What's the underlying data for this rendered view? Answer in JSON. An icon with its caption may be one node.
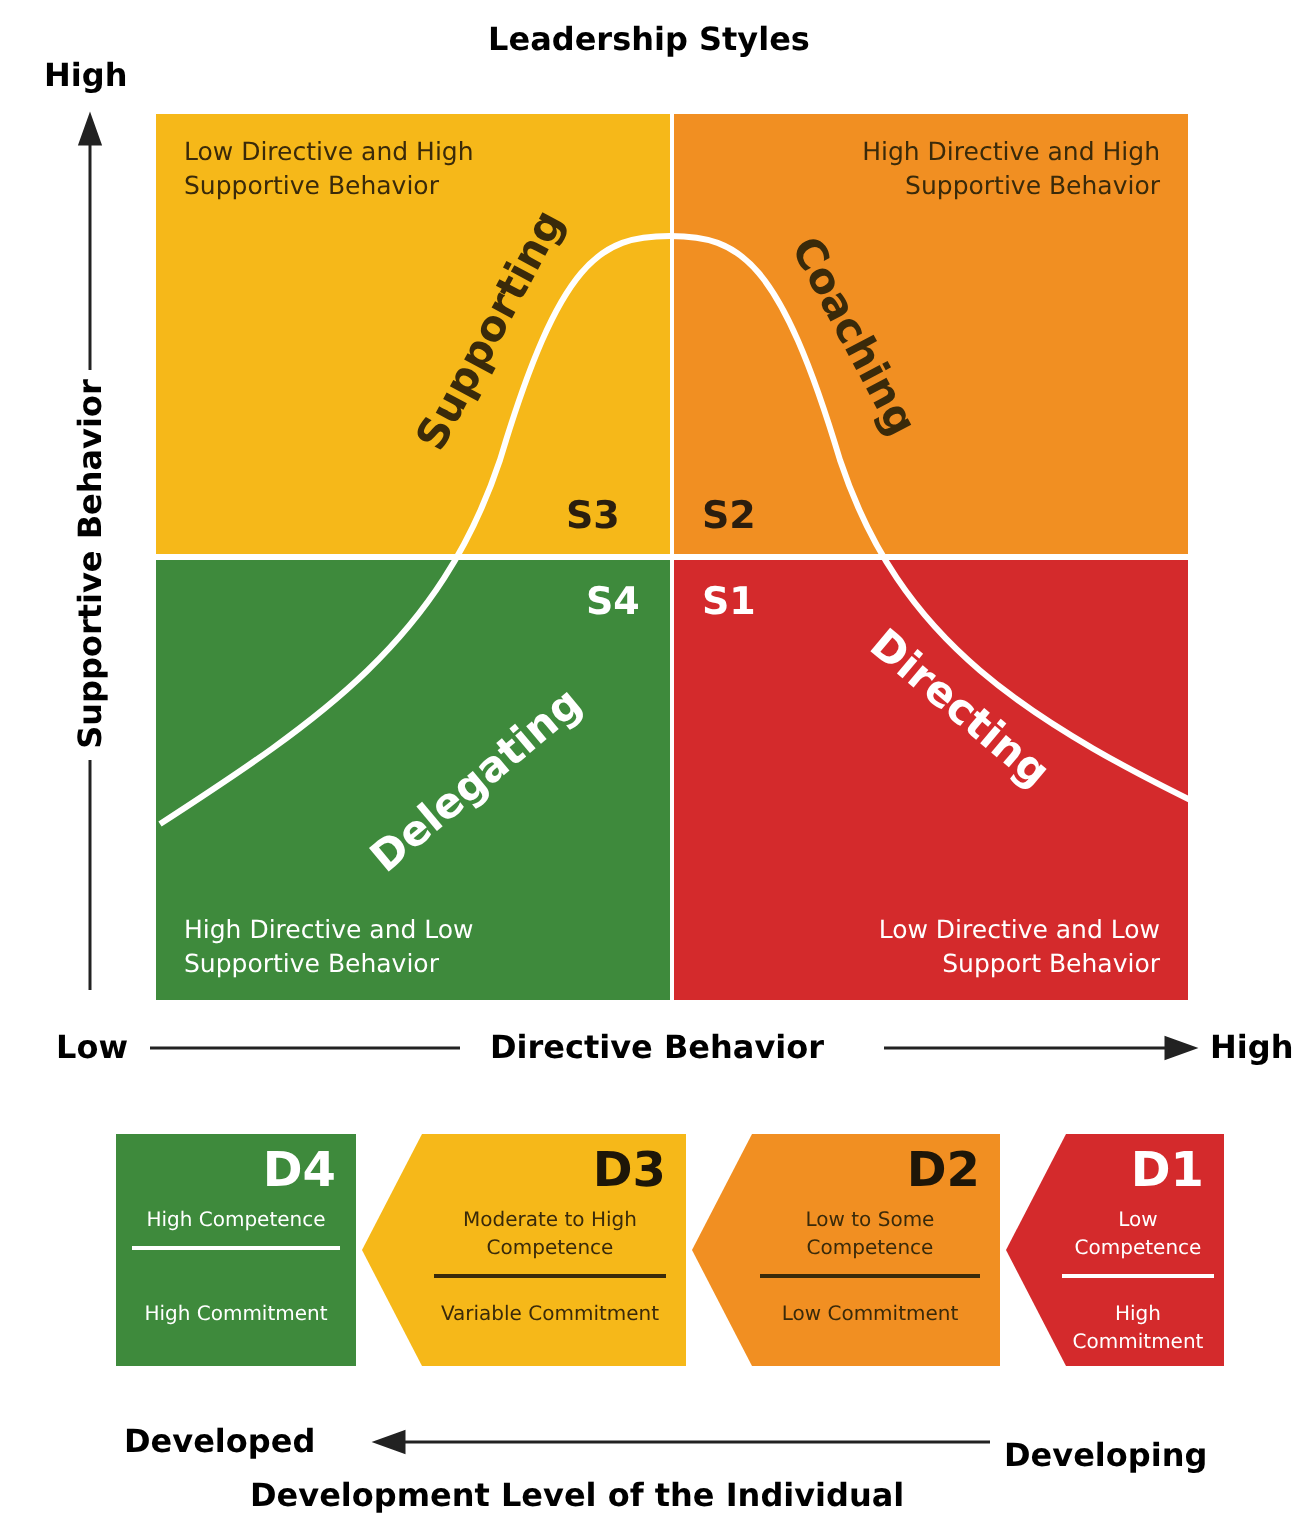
{
  "diagram": {
    "title": "Leadership Styles",
    "nodes": [
      {
        "text": [
          "Low Directive and High Supportive Behavior",
          "Supporting",
          "S3"
        ]
      },
      {
        "text": [
          "High Directive and High Supportive Behavior",
          "Coaching",
          "S2"
        ]
      },
      {
        "text": [
          "High Directive and Low Supportive Behavior",
          "Delegating",
          "S4"
        ]
      },
      {
        "text": [
          "Low Directive and Low Support Behavior",
          "Directing",
          "S1"
        ]
      },
      {
        "text": [
          "D4",
          "High Competence",
          "High Commitment"
        ]
      },
      {
        "text": [
          "D3",
          "Moderate to High Competence",
          "Variable Commitment"
        ]
      },
      {
        "text": [
          "D2",
          "Low to Some Competence",
          "Low Commitment"
        ]
      },
      {
        "text": [
          "D1",
          "Low Competence",
          "High Commitment"
        ]
      }
    ],
    "labels": [
      "High",
      "Supportive Behavior",
      "Low",
      "Directive Behavior",
      "High",
      "Developed",
      "Developing",
      "Development Level of the Individual"
    ]
  }
}
